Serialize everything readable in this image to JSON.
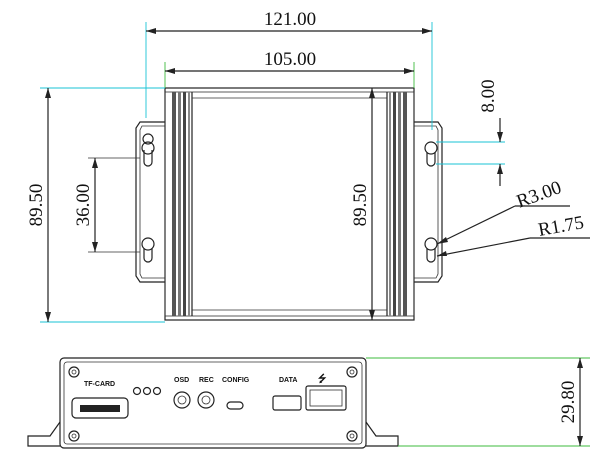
{
  "top_view": {
    "overall_width": "121.00",
    "body_width": "105.00",
    "overall_height_left": "89.50",
    "overall_height_center": "89.50",
    "hole_spacing": "36.00",
    "flange_offset": "8.00",
    "slot_radius": "R3.00",
    "hole_radius": "R1.75"
  },
  "front_view": {
    "height": "29.80",
    "ports": {
      "tf_card": "TF-CARD",
      "osd": "OSD",
      "rec": "REC",
      "config": "CONFIG",
      "data": "DATA",
      "usb_symbol": "⭍"
    }
  }
}
